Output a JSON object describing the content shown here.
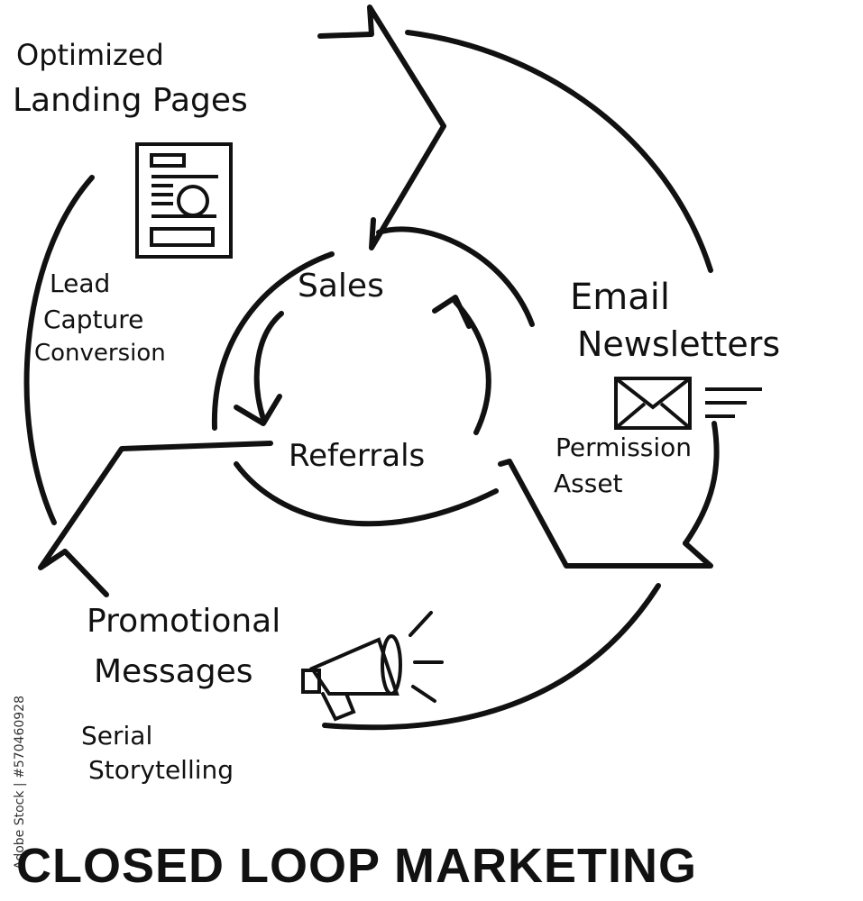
{
  "title": "CLOSED LOOP MARKETING",
  "center": {
    "top": "Sales",
    "bottom": "Referrals"
  },
  "segments": {
    "landing": {
      "title_line1": "Optimized",
      "title_line2": "Landing Pages",
      "sub_line1": "Lead",
      "sub_line2": "Capture",
      "sub_line3": "Conversion"
    },
    "email": {
      "title_line1": "Email",
      "title_line2": "Newsletters",
      "sub_line1": "Permission",
      "sub_line2": "Asset"
    },
    "promo": {
      "title_line1": "Promotional",
      "title_line2": "Messages",
      "sub_line1": "Serial",
      "sub_line2": "Storytelling"
    }
  },
  "watermark_id": "570460928",
  "vertical_text": "Adobe Stock | #570460928",
  "icons": [
    "document-icon",
    "envelope-icon",
    "megaphone-icon"
  ],
  "colors": {
    "ink": "#111111",
    "background": "#ffffff"
  }
}
